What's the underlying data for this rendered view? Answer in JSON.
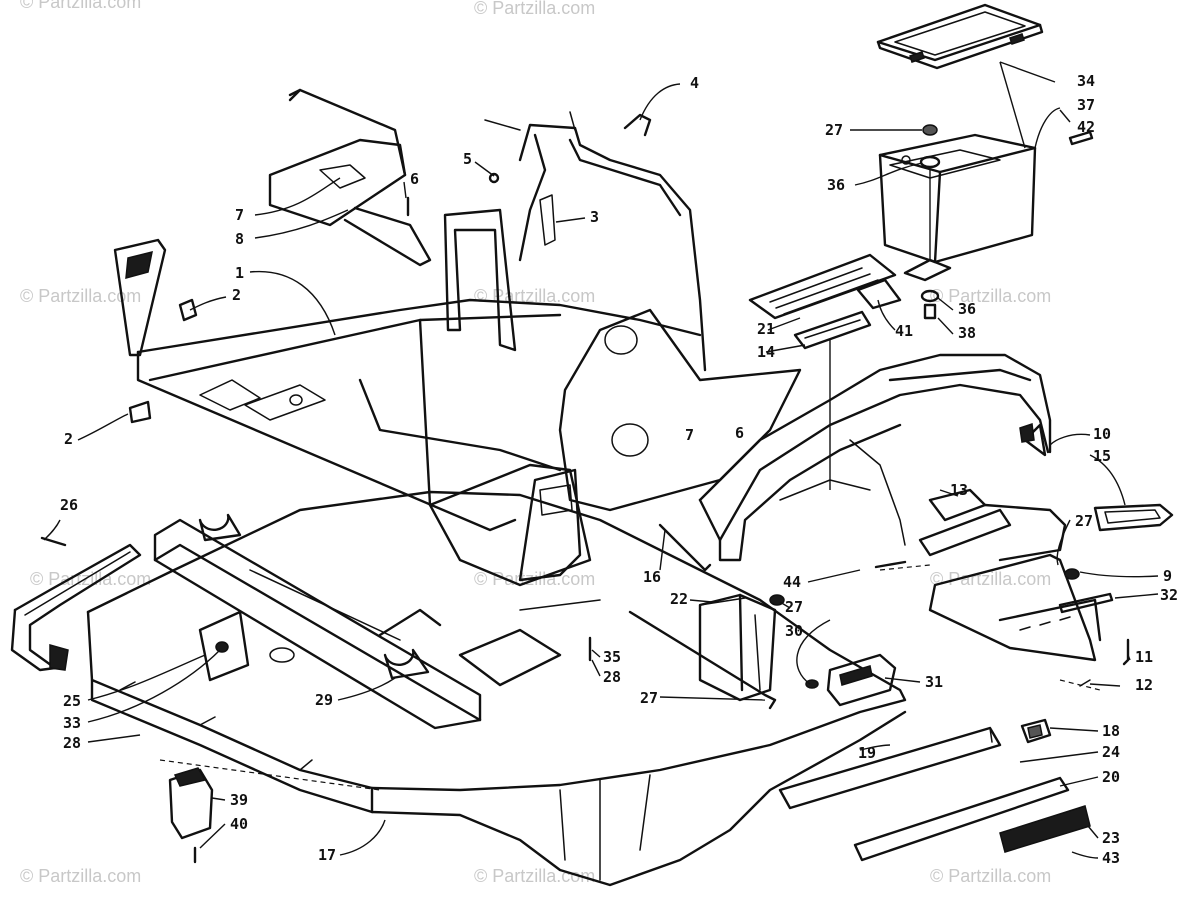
{
  "watermark": "© Partzilla.com",
  "callouts": [
    {
      "id": "c4",
      "text": "4"
    },
    {
      "id": "c34",
      "text": "34"
    },
    {
      "id": "c37",
      "text": "37"
    },
    {
      "id": "c42",
      "text": "42"
    },
    {
      "id": "c27a",
      "text": "27"
    },
    {
      "id": "c36a",
      "text": "36"
    },
    {
      "id": "c5",
      "text": "5"
    },
    {
      "id": "c6",
      "text": "6"
    },
    {
      "id": "c7a",
      "text": "7"
    },
    {
      "id": "c8",
      "text": "8"
    },
    {
      "id": "c3",
      "text": "3"
    },
    {
      "id": "c1",
      "text": "1"
    },
    {
      "id": "c2a",
      "text": "2"
    },
    {
      "id": "c2b",
      "text": "2"
    },
    {
      "id": "c21",
      "text": "21"
    },
    {
      "id": "c14",
      "text": "14"
    },
    {
      "id": "c41",
      "text": "41"
    },
    {
      "id": "c36b",
      "text": "36"
    },
    {
      "id": "c38",
      "text": "38"
    },
    {
      "id": "c10",
      "text": "10"
    },
    {
      "id": "c15",
      "text": "15"
    },
    {
      "id": "c7b",
      "text": "7"
    },
    {
      "id": "c6b",
      "text": "6"
    },
    {
      "id": "c13",
      "text": "13"
    },
    {
      "id": "c27b",
      "text": "27"
    },
    {
      "id": "c9",
      "text": "9"
    },
    {
      "id": "c32",
      "text": "32"
    },
    {
      "id": "c26",
      "text": "26"
    },
    {
      "id": "c16",
      "text": "16"
    },
    {
      "id": "c44",
      "text": "44"
    },
    {
      "id": "c22",
      "text": "22"
    },
    {
      "id": "c27c",
      "text": "27"
    },
    {
      "id": "c30",
      "text": "30"
    },
    {
      "id": "c11",
      "text": "11"
    },
    {
      "id": "c12",
      "text": "12"
    },
    {
      "id": "c35",
      "text": "35"
    },
    {
      "id": "c28a",
      "text": "28"
    },
    {
      "id": "c27d",
      "text": "27"
    },
    {
      "id": "c31",
      "text": "31"
    },
    {
      "id": "c25",
      "text": "25"
    },
    {
      "id": "c33",
      "text": "33"
    },
    {
      "id": "c28b",
      "text": "28"
    },
    {
      "id": "c29",
      "text": "29"
    },
    {
      "id": "c18",
      "text": "18"
    },
    {
      "id": "c19",
      "text": "19"
    },
    {
      "id": "c24",
      "text": "24"
    },
    {
      "id": "c20",
      "text": "20"
    },
    {
      "id": "c39",
      "text": "39"
    },
    {
      "id": "c40",
      "text": "40"
    },
    {
      "id": "c17",
      "text": "17"
    },
    {
      "id": "c23",
      "text": "23"
    },
    {
      "id": "c43",
      "text": "43"
    }
  ]
}
